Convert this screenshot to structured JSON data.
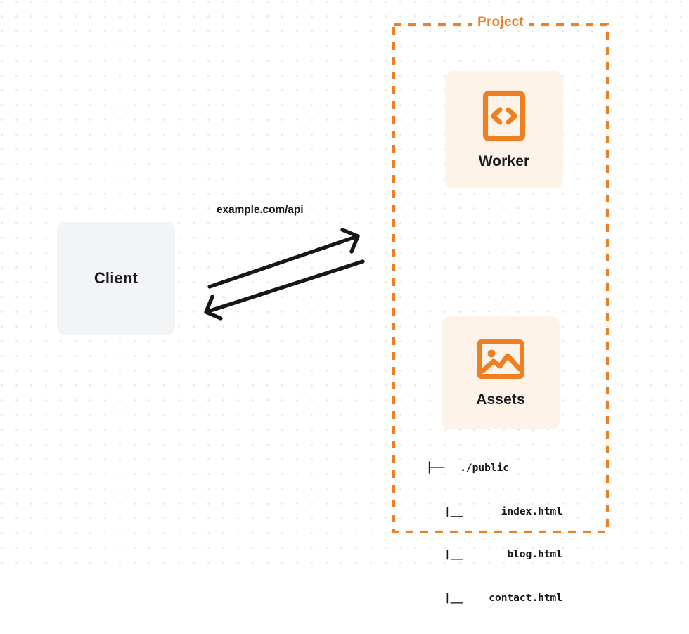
{
  "diagram": {
    "background": {
      "dot_color": "#e9e9ec",
      "page_color": "#ffffff"
    },
    "accent_color": "#ee8024",
    "card_color": "#fdf3e8",
    "client_color": "#f3f4f6",
    "arrow_color": "#17171a"
  },
  "client": {
    "label": "Client"
  },
  "connection": {
    "label": "example.com/api",
    "request_arrow": "arrow-right-up",
    "response_arrow": "arrow-left-down"
  },
  "project": {
    "title": "Project",
    "nodes": [
      {
        "label": "Worker",
        "icon": "code-brackets-icon"
      },
      {
        "label": "Assets",
        "icon": "image-icon"
      }
    ],
    "file_tree": [
      {
        "prefix": "├──",
        "name": "./public"
      },
      {
        "prefix": "|__",
        "name": "index.html"
      },
      {
        "prefix": "|__",
        "name": "blog.html"
      },
      {
        "prefix": "|__",
        "name": "contact.html"
      }
    ]
  }
}
